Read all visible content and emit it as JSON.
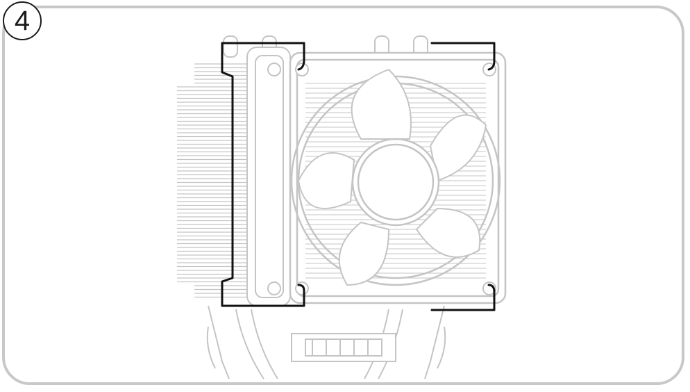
{
  "step": {
    "number": "4"
  },
  "colors": {
    "frame_border": "#c8c8c8",
    "line_art": "#c4c4c4",
    "clip_highlight": "#111111",
    "background": "#ffffff"
  },
  "illustration": {
    "subject": "cpu-cooler-with-fan-and-mounting-clips",
    "highlighted_parts": [
      "left-fan-clip",
      "right-fan-clip"
    ]
  }
}
